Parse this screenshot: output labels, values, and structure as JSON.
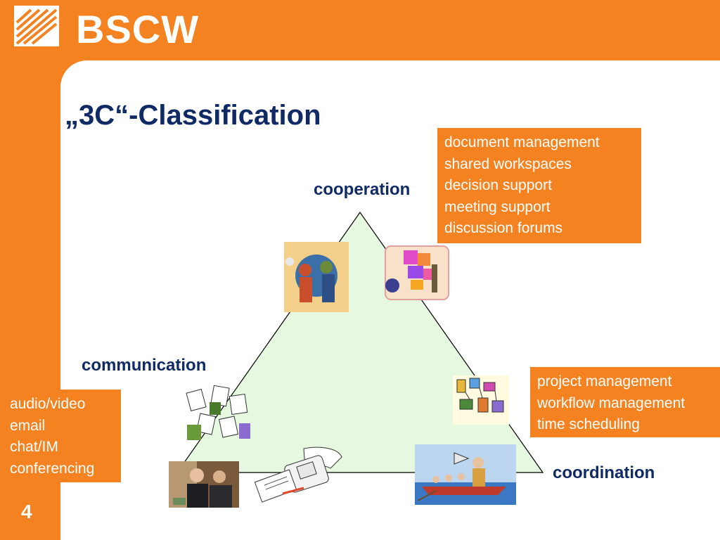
{
  "header": {
    "logo_text": "BSCW"
  },
  "slide": {
    "title": "„3C“-Classification",
    "page_number": "4"
  },
  "corners": {
    "cooperation": "cooperation",
    "communication": "communication",
    "coordination": "coordination"
  },
  "boxes": {
    "cooperation": [
      "document management",
      "shared workspaces",
      "decision support",
      "meeting support",
      "discussion forums"
    ],
    "communication": [
      "audio/video",
      "email",
      "chat/IM",
      "conferencing"
    ],
    "coordination": [
      "project management",
      "workflow management",
      "time scheduling"
    ]
  },
  "colors": {
    "accent": "#f58220",
    "title": "#102a66",
    "triangle_fill": "#e6f8e0"
  }
}
